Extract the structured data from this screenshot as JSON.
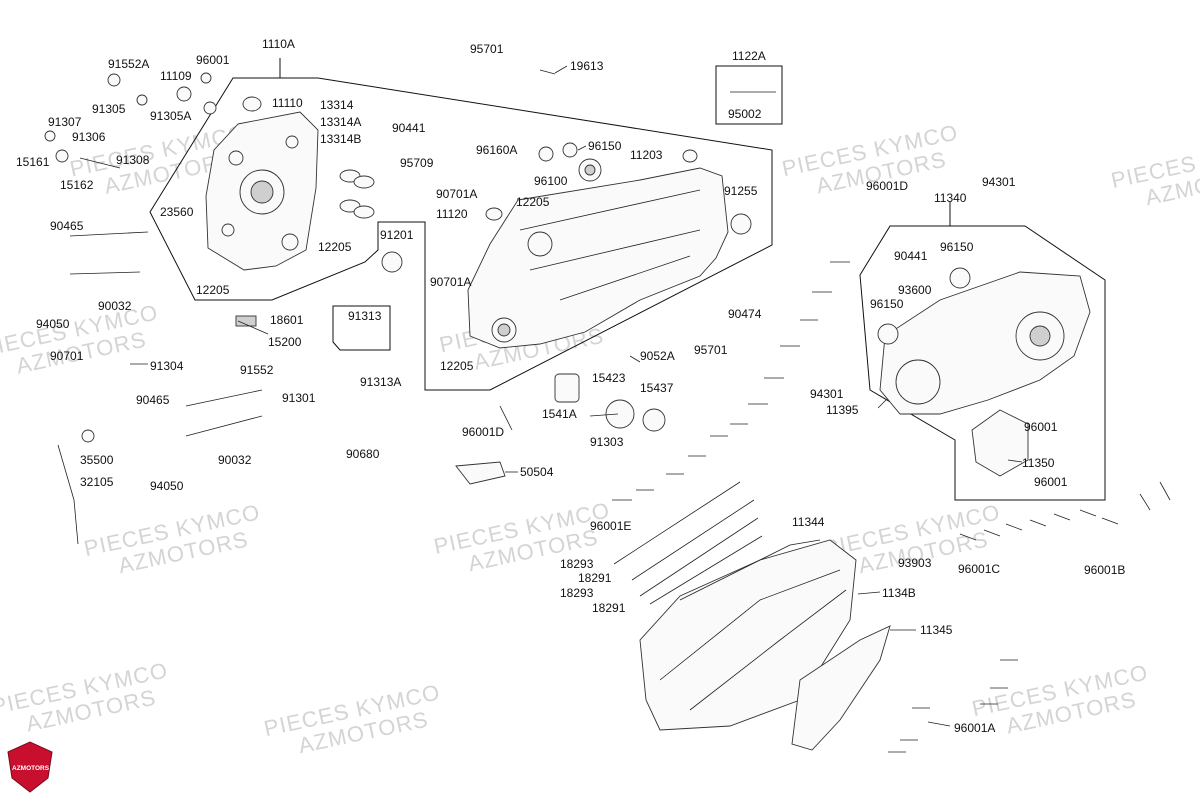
{
  "watermark": {
    "line1": "PIECES KYMCO",
    "line2": "AZMOTORS"
  },
  "logo": {
    "text": "AZMOTORS",
    "color": "#c8102e"
  },
  "labels": [
    "1110A",
    "91552A",
    "96001",
    "11109",
    "91305",
    "91305A",
    "91307",
    "91306",
    "15161",
    "15162",
    "91308",
    "11110",
    "13314",
    "13314A",
    "13314B",
    "23560",
    "12205",
    "12205",
    "90465",
    "90032",
    "94050",
    "18601",
    "91313",
    "15200",
    "90701",
    "91304",
    "91552",
    "91301",
    "91313A",
    "90465",
    "90032",
    "94050",
    "35500",
    "32105",
    "90680",
    "95701",
    "19613",
    "1122A",
    "95002",
    "90441",
    "95709",
    "96160A",
    "96150",
    "11203",
    "96100",
    "90701A",
    "12205",
    "11120",
    "91255",
    "91201",
    "90701A",
    "12205",
    "90474",
    "95701",
    "9052A",
    "15423",
    "15437",
    "1541A",
    "91303",
    "96001D",
    "50504",
    "96001E",
    "18293",
    "18291",
    "18293",
    "18291",
    "11344",
    "1134B",
    "11345",
    "96001A",
    "96001D",
    "94301",
    "11340",
    "90441",
    "96150",
    "93600",
    "96150",
    "94301",
    "11395",
    "96001",
    "11350",
    "96001",
    "93903",
    "96001C",
    "96001B"
  ]
}
